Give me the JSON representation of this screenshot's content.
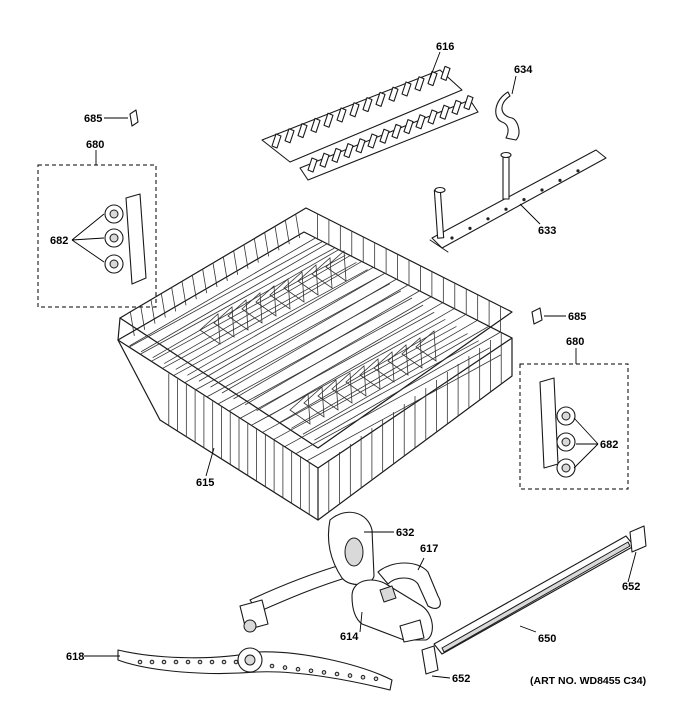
{
  "labels": {
    "p616": "616",
    "p634": "634",
    "p685_top": "685",
    "p680_top": "680",
    "p682_left": "682",
    "p633": "633",
    "p685_right": "685",
    "p680_right": "680",
    "p682_right": "682",
    "p615": "615",
    "p632": "632",
    "p617": "617",
    "p652_right": "652",
    "p614": "614",
    "p650": "650",
    "p618": "618",
    "p652_bottom": "652"
  },
  "art_no": "(ART NO. WD8455 C34)"
}
